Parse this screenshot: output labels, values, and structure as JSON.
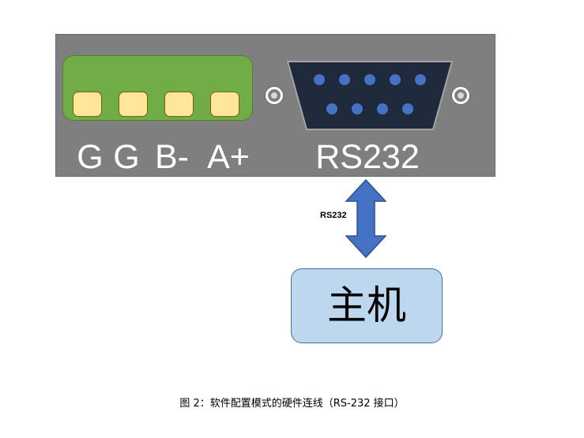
{
  "device": {
    "terminal_labels": [
      "G",
      "G",
      "B-",
      "A+"
    ],
    "port_label": "RS232"
  },
  "link": {
    "label": "RS232"
  },
  "host": {
    "label": "主机"
  },
  "caption": "图 2：软件配置模式的硬件连线（RS-232 接口）",
  "colors": {
    "panel": "#7f7f7f",
    "terminal_block": "#70ad47",
    "terminal_pin": "#ffe699",
    "db9_shell": "#1f2a3c",
    "db9_pin": "#4472c4",
    "arrow": "#4472c4",
    "host_box": "#bdd7ee"
  },
  "icons": {
    "screw_holes": "screw-hole-icon",
    "db9": "db9-connector-icon",
    "arrow": "double-arrow-icon"
  }
}
